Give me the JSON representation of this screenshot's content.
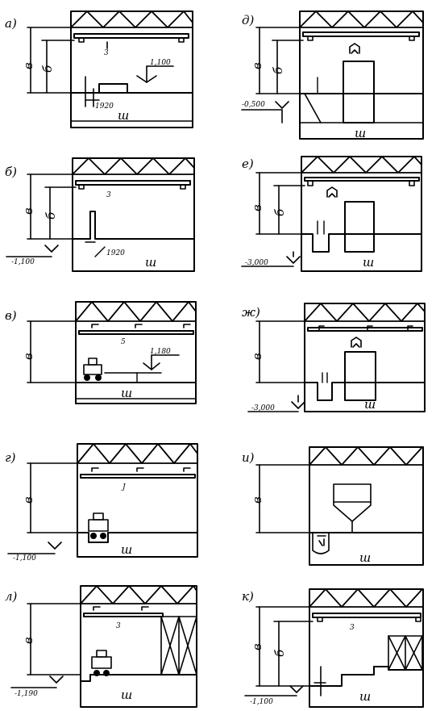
{
  "sheet": "cross-sections of single-span industrial buildings",
  "dims": {
    "height": "в",
    "crane": "б",
    "span": "ш"
  },
  "panels": [
    {
      "letter": "а)",
      "crane_hook": "3",
      "elevation": "1,100",
      "rail": "1920"
    },
    {
      "letter": "б)",
      "crane_hook": "3",
      "elevation": "-1,100",
      "rail": "1920"
    },
    {
      "letter": "в)",
      "crane_hook": "5",
      "elevation": "1,180"
    },
    {
      "letter": "г)",
      "crane_hook": "J",
      "elevation": "-1,100"
    },
    {
      "letter": "л)",
      "crane_hook": "3",
      "elevation": "-1,190"
    },
    {
      "letter": "д)",
      "elevation": "-0,500"
    },
    {
      "letter": "е)",
      "elevation": "-3,000"
    },
    {
      "letter": "ж)",
      "elevation": "-3,000"
    },
    {
      "letter": "и)"
    },
    {
      "letter": "к)",
      "crane_hook": "3",
      "elevation": "-1,100"
    }
  ]
}
